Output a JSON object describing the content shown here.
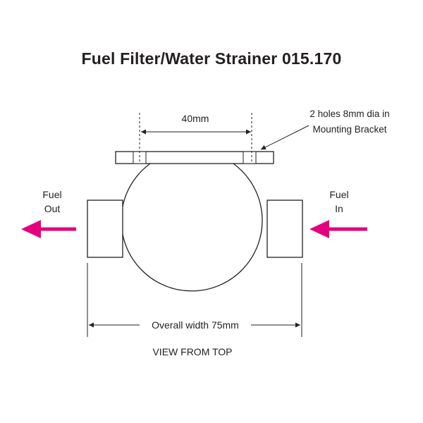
{
  "title": "Fuel Filter/Water Strainer 015.170",
  "dimensions": {
    "hole_spacing": "40mm",
    "overall_width": "Overall width 75mm"
  },
  "annotations": {
    "holes_line1": "2 holes 8mm dia in",
    "holes_line2": "Mounting Bracket"
  },
  "ports": {
    "outlet_line1": "Fuel",
    "outlet_line2": "Out",
    "inlet_line1": "Fuel",
    "inlet_line2": "In"
  },
  "view_label": "VIEW FROM TOP",
  "colors": {
    "arrow": "#e6007e",
    "line": "#231f20"
  }
}
